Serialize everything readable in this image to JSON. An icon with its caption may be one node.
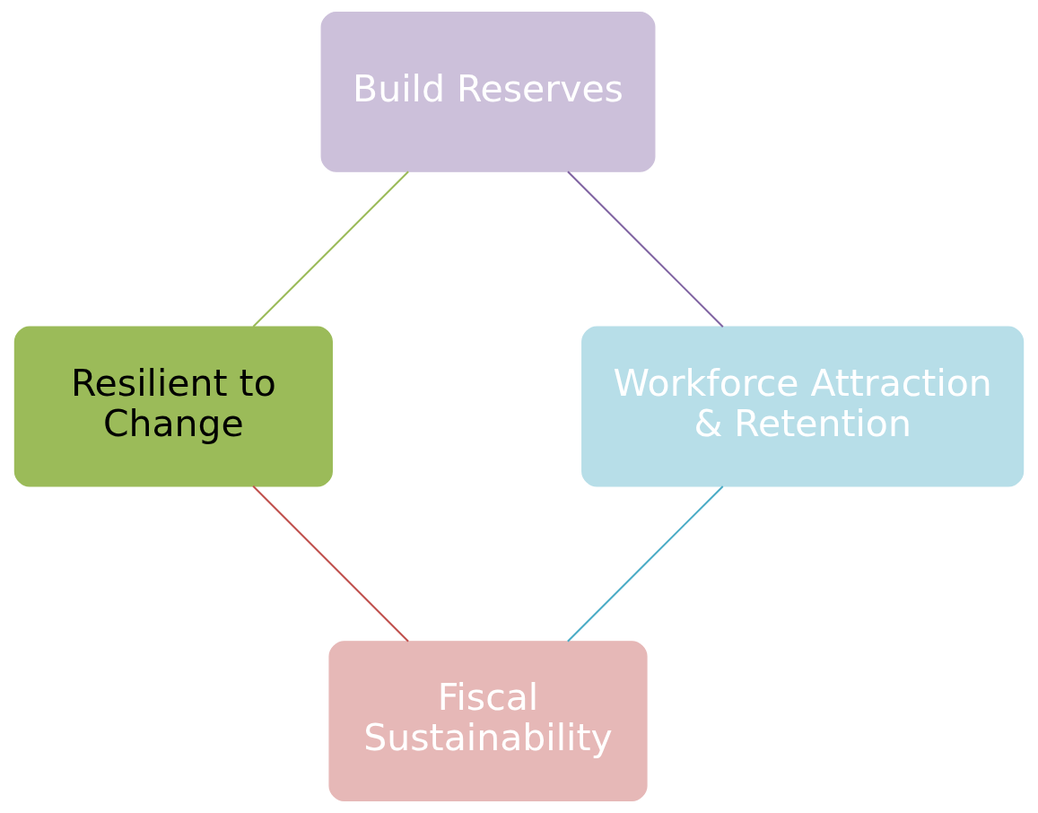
{
  "diagram": {
    "nodes": [
      {
        "text": [
          "Fiscal Sustainability"
        ]
      },
      {
        "text": [
          "Resilient to Change"
        ]
      },
      {
        "text": [
          "Build Reserves"
        ]
      },
      {
        "text": [
          "Workforce Attraction & Retention"
        ]
      }
    ],
    "edges": [
      {
        "from": 0,
        "to": 1,
        "arrow": "none",
        "color": "#c0504d"
      },
      {
        "from": 1,
        "to": 2,
        "arrow": "none",
        "color": "#9bbb59"
      },
      {
        "from": 2,
        "to": 3,
        "arrow": "none",
        "color": "#8064a2"
      },
      {
        "from": 3,
        "to": 0,
        "arrow": "none",
        "color": "#4bacc6"
      }
    ]
  }
}
